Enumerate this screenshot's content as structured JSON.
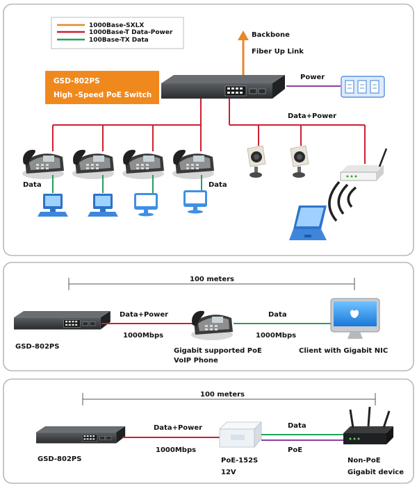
{
  "colors": {
    "fiber": "#e8872b",
    "poe": "#cc1e2f",
    "data": "#23a05a",
    "power": "#8a3fa0",
    "banner": "#f0891d",
    "panel_border": "#b8b8b8"
  },
  "legend": {
    "items": [
      {
        "label": "1000Base-SXLX",
        "color_key": "fiber"
      },
      {
        "label": "1000Base-T Data-Power",
        "color_key": "poe"
      },
      {
        "label": "100Base-TX Data",
        "color_key": "data"
      }
    ]
  },
  "panel1": {
    "banner_line1": "GSD-802PS",
    "banner_line2": "High -Speed PoE Switch",
    "backbone": "Backbone",
    "fiber_uplink": "Fiber Up Link",
    "power": "Power",
    "data_power": "Data+Power",
    "data_left": "Data",
    "data_right": "Data"
  },
  "panel2": {
    "distance": "100 meters",
    "data_power": "Data+Power",
    "speed_left": "1000Mbps",
    "data": "Data",
    "speed_right": "1000Mbps",
    "switch_name": "GSD-802PS",
    "phone_line1": "Gigabit supported PoE",
    "phone_line2": "VoIP Phone",
    "client": "Client with Gigabit NIC"
  },
  "panel3": {
    "distance": "100 meters",
    "data_power": "Data+Power",
    "speed": "1000Mbps",
    "data": "Data",
    "poe": "PoE",
    "switch_name": "GSD-802PS",
    "injector_line1": "PoE-152S",
    "injector_line2": "12V",
    "device_line1": "Non-PoE",
    "device_line2": "Gigabit device"
  }
}
